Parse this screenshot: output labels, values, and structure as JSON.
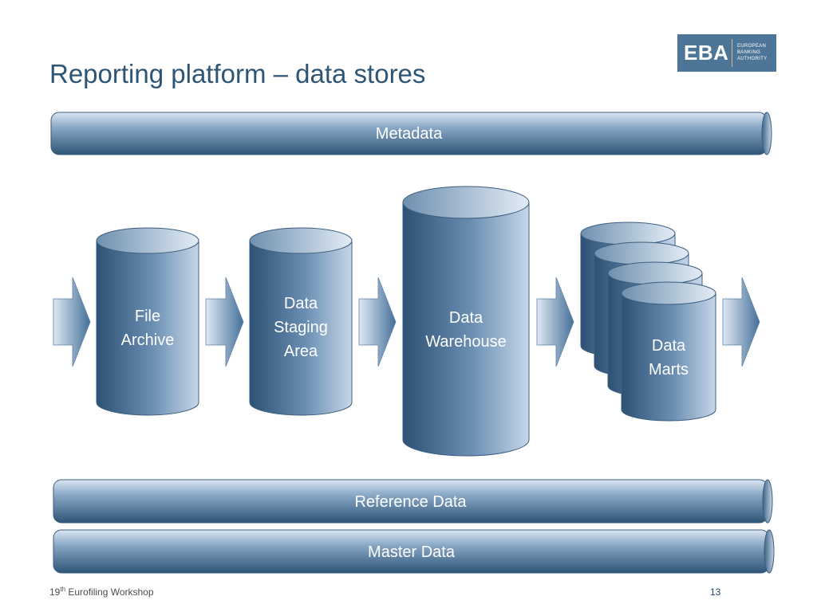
{
  "slide": {
    "title": "Reporting platform – data stores",
    "footer_ordinal": "19",
    "footer_suffix": "th",
    "footer_rest": " Eurofiling Workshop",
    "page_number": "13"
  },
  "logo": {
    "abbreviation": "EBA",
    "line1": "EUROPEAN",
    "line2": "BANKING",
    "line3": "AUTHORITY"
  },
  "pipes": {
    "metadata": "Metadata",
    "reference": "Reference Data",
    "master": "Master Data"
  },
  "stores": {
    "file_archive": [
      "File",
      "Archive"
    ],
    "staging": [
      "Data",
      "Staging",
      "Area"
    ],
    "warehouse": [
      "Data",
      "Warehouse"
    ],
    "marts": [
      "Data",
      "Marts"
    ]
  },
  "colors": {
    "title": "#2e5574",
    "cylinder_dark": "#2f5476",
    "cylinder_light": "#c8d7e8",
    "arrow_dark": "#4d7399",
    "arrow_light": "#d5e2ef"
  }
}
